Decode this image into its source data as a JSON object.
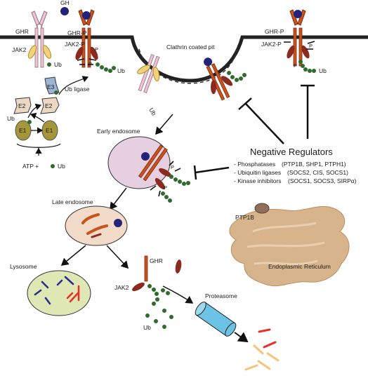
{
  "labels": {
    "gh": "GH",
    "ghr_left": "GHR",
    "jak2_left": "JAK2",
    "ub_left": "Ub",
    "ghr_p_1": "GHR-P",
    "jak2_p_1": "JAK2-P",
    "p": "P",
    "ub_1": "Ub",
    "clathrin": "Clathrin coated pit",
    "ghr_p_right": "GHR-P",
    "jak2_p_right": "JAK2-P",
    "ub_right": "Ub",
    "e3": "E3",
    "ub_ligase": "Ub ligase",
    "e2a": "E2",
    "e2b": "E2",
    "ub_e1": "Ub",
    "e1a": "E1",
    "e1b": "E1",
    "atp_line": "ATP  +",
    "ub_atp": "Ub",
    "ub_pit": "Ub",
    "early_endosome": "Early endosome",
    "late_endosome": "Late endosome",
    "lysosome": "Lysosome",
    "ghr_deg": "GHR",
    "jak2_deg": "JAK2",
    "ub_deg": "Ub",
    "proteasome": "Proteasome",
    "ptp1b": "PTP1B",
    "er": "Endoplasmic Reticulum"
  },
  "regulators": {
    "title": "Negative Regulators",
    "items": [
      {
        "label": "- Phosphatases",
        "detail": "(PTP1B, SHP1, PTPH1)"
      },
      {
        "label": "- Ubiquitin ligases",
        "detail": "(SOCS2, CIS, SOCS1)"
      },
      {
        "label": "- Kinase inhibitors",
        "detail": "(SOCS1, SOCS3, SIRPα)"
      }
    ]
  },
  "colors": {
    "membrane": "#222222",
    "receptor_pink": "#e9c6d3",
    "receptor_orange": "#c9521f",
    "jak_yellow": "#f1d27a",
    "jak_red": "#8b2a1e",
    "ub_green": "#2e6b2c",
    "gh_blue": "#23237a",
    "endosome": "#e6cfe0",
    "late_endosome": "#f2dbc8",
    "lysosome": "#dfe7b5",
    "proteasome": "#6cc3e6",
    "er": "#d8b48c",
    "e1": "#a6963a",
    "e2": "#ecd8c2",
    "e3": "#9db4d4",
    "frag_red": "#e8302b",
    "frag_yellow": "#f6c37a"
  }
}
